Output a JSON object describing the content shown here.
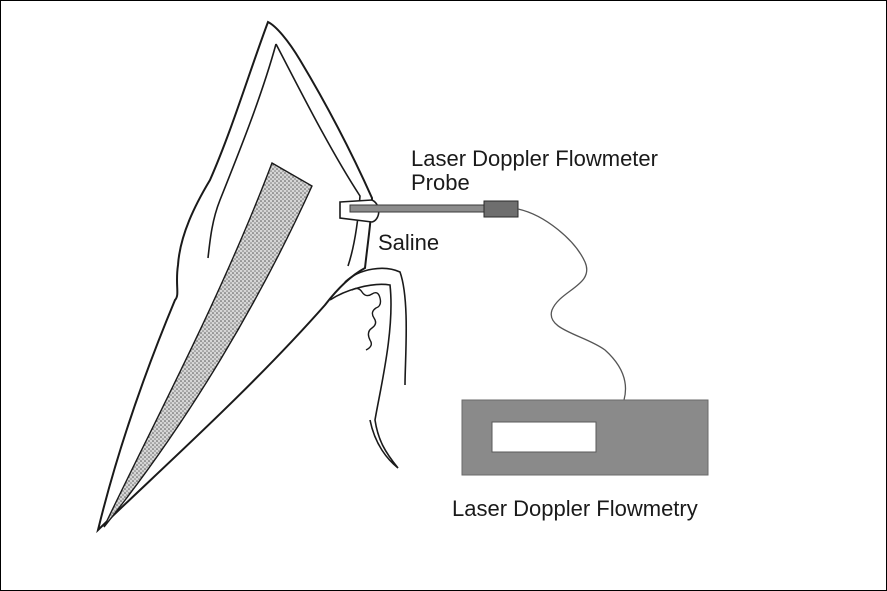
{
  "labels": {
    "probe_line1": "Laser Doppler Flowmeter",
    "probe_line2": "Probe",
    "saline": "Saline",
    "device": "Laser Doppler Flowmetry"
  },
  "colors": {
    "line": "#1a1a1a",
    "probe_rod": "#8c8c8c",
    "probe_tip": "#6e6e6e",
    "device_body": "#8a8a8a",
    "device_screen": "#ffffff",
    "pulp_fill": "#bdbdbd"
  }
}
